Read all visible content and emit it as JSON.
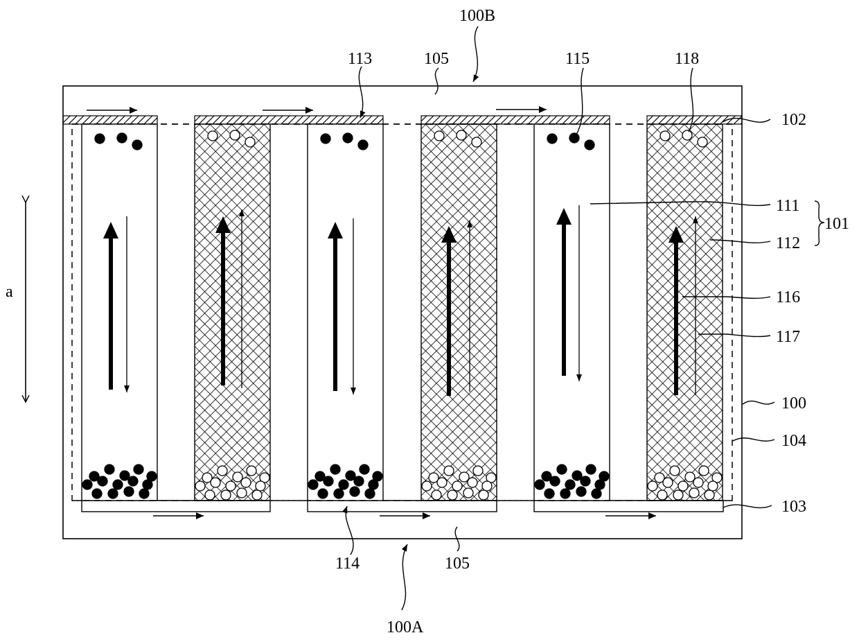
{
  "labels": {
    "top_assembly": "100B",
    "bottom_assembly": "100A",
    "top_plate_spacing": "105",
    "bottom_plate_spacing": "105",
    "first_top_lead": "113",
    "bottom_lead": "114",
    "black_particles": "115",
    "white_particles": "118",
    "top_electrode": "102",
    "bottom_electrode": "103",
    "outer_frame": "100",
    "dashed_boundary": "104",
    "first_cell": "111",
    "second_cell": "112",
    "cell_group": "101",
    "drive_arrow": "116",
    "thin_arrow": "117",
    "axis_direction": "a"
  },
  "colors": {
    "line": "#000000",
    "background": "#ffffff"
  }
}
